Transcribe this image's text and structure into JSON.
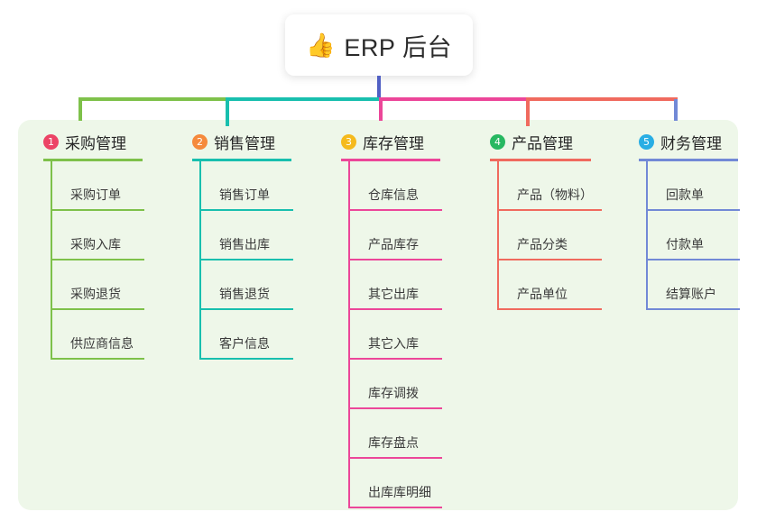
{
  "root": {
    "emoji": "👍",
    "emoji_name": "thumbs-up-icon",
    "title": "ERP 后台",
    "connector_color": "#5160c4"
  },
  "panel": {
    "background": "#eef7e9"
  },
  "columns": [
    {
      "number": "1",
      "title": "采购管理",
      "badge_color": "#ec4466",
      "line_color": "#7ec14a",
      "items": [
        "采购订单",
        "采购入库",
        "采购退货",
        "供应商信息"
      ]
    },
    {
      "number": "2",
      "title": "销售管理",
      "badge_color": "#f58a3c",
      "line_color": "#18bfae",
      "items": [
        "销售订单",
        "销售出库",
        "销售退货",
        "客户信息"
      ]
    },
    {
      "number": "3",
      "title": "库存管理",
      "badge_color": "#f5ba1d",
      "line_color": "#ec4699",
      "items": [
        "仓库信息",
        "产品库存",
        "其它出库",
        "其它入库",
        "库存调拨",
        "库存盘点",
        "出库库明细"
      ]
    },
    {
      "number": "4",
      "title": "产品管理",
      "badge_color": "#27b861",
      "line_color": "#f06a5e",
      "items": [
        "产品（物料）",
        "产品分类",
        "产品单位"
      ]
    },
    {
      "number": "5",
      "title": "财务管理",
      "badge_color": "#29aee4",
      "line_color": "#7289d6",
      "items": [
        "回款单",
        "付款单",
        "结算账户"
      ]
    }
  ]
}
